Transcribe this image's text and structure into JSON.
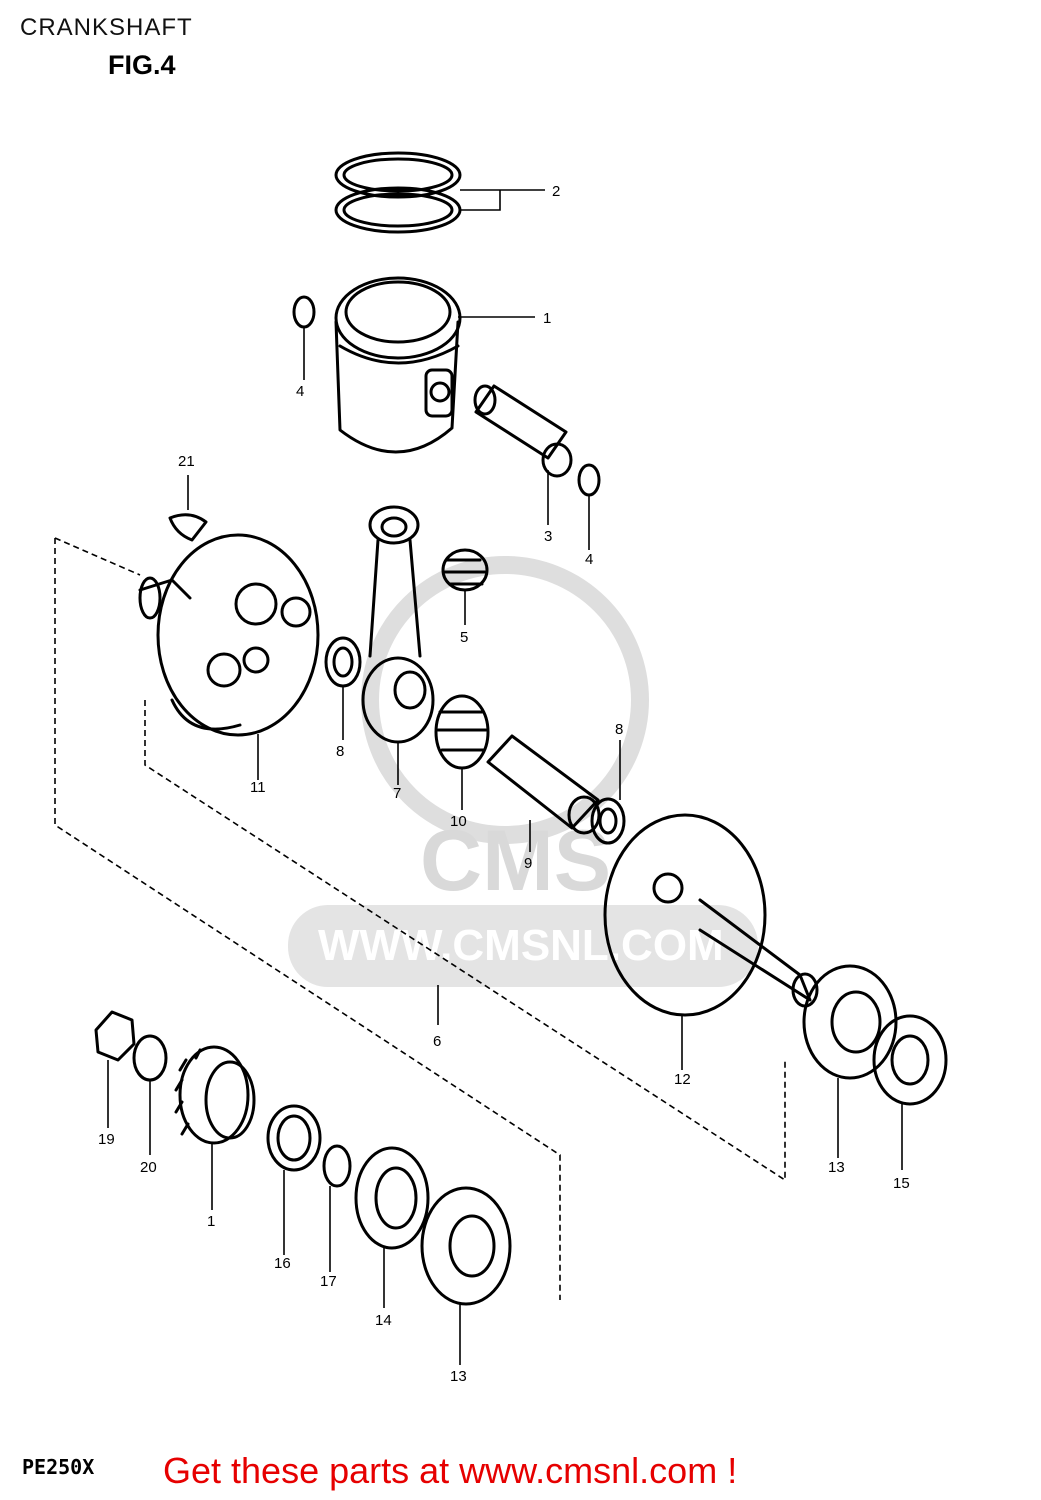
{
  "header": {
    "title": "CRANKSHAFT",
    "figure": "FIG.4"
  },
  "footer": {
    "model": "PE250X",
    "cta": "Get these parts at www.cmsnl.com !",
    "cta_color": "#e60000"
  },
  "watermark": {
    "text": "WWW.CMSNL.COM",
    "logo": "CMS"
  },
  "labels": {
    "l1a": "1",
    "l2": "2",
    "l3": "3",
    "l4a": "4",
    "l4b": "4",
    "l5": "5",
    "l6": "6",
    "l7": "7",
    "l8a": "8",
    "l8b": "8",
    "l9": "9",
    "l10": "10",
    "l11": "11",
    "l12": "12",
    "l13a": "13",
    "l13b": "13",
    "l14": "14",
    "l15": "15",
    "l16": "16",
    "l17": "17",
    "l1b": "1",
    "l19": "19",
    "l20": "20",
    "l21": "21"
  }
}
